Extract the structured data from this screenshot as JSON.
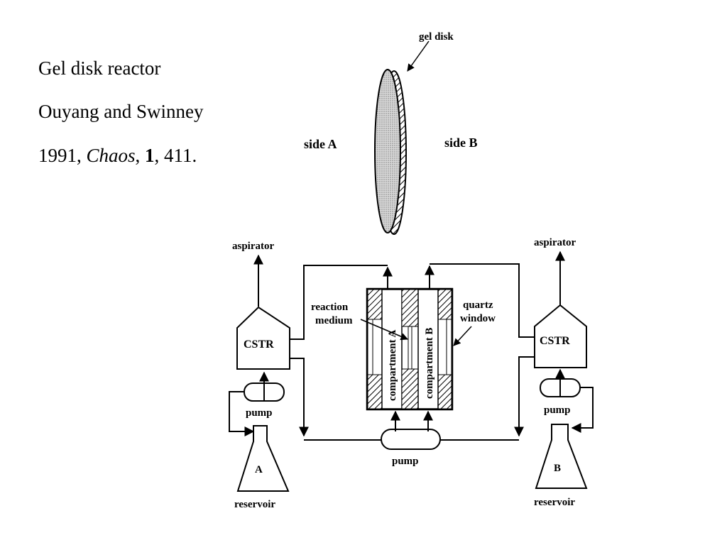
{
  "caption": {
    "title": "Gel disk reactor",
    "authors": "Ouyang and Swinney",
    "year": "1991, ",
    "journal": "Chaos",
    "sep1": ", ",
    "volume": "1",
    "pages": ", 411."
  },
  "diagram": {
    "gel_disk": "gel disk",
    "side_a": "side A",
    "side_b": "side B",
    "aspirator_left": "aspirator",
    "aspirator_right": "aspirator",
    "cstr_left": "CSTR",
    "cstr_right": "CSTR",
    "pump_left": "pump",
    "pump_right": "pump",
    "pump_center": "pump",
    "reservoir_left_letter": "A",
    "reservoir_right_letter": "B",
    "reservoir_left": "reservoir",
    "reservoir_right": "reservoir",
    "reaction_medium_line1": "reaction",
    "reaction_medium_line2": "medium",
    "quartz_window_line1": "quartz",
    "quartz_window_line2": "window",
    "compartment_a": "compartment A",
    "compartment_b": "compartment B"
  }
}
